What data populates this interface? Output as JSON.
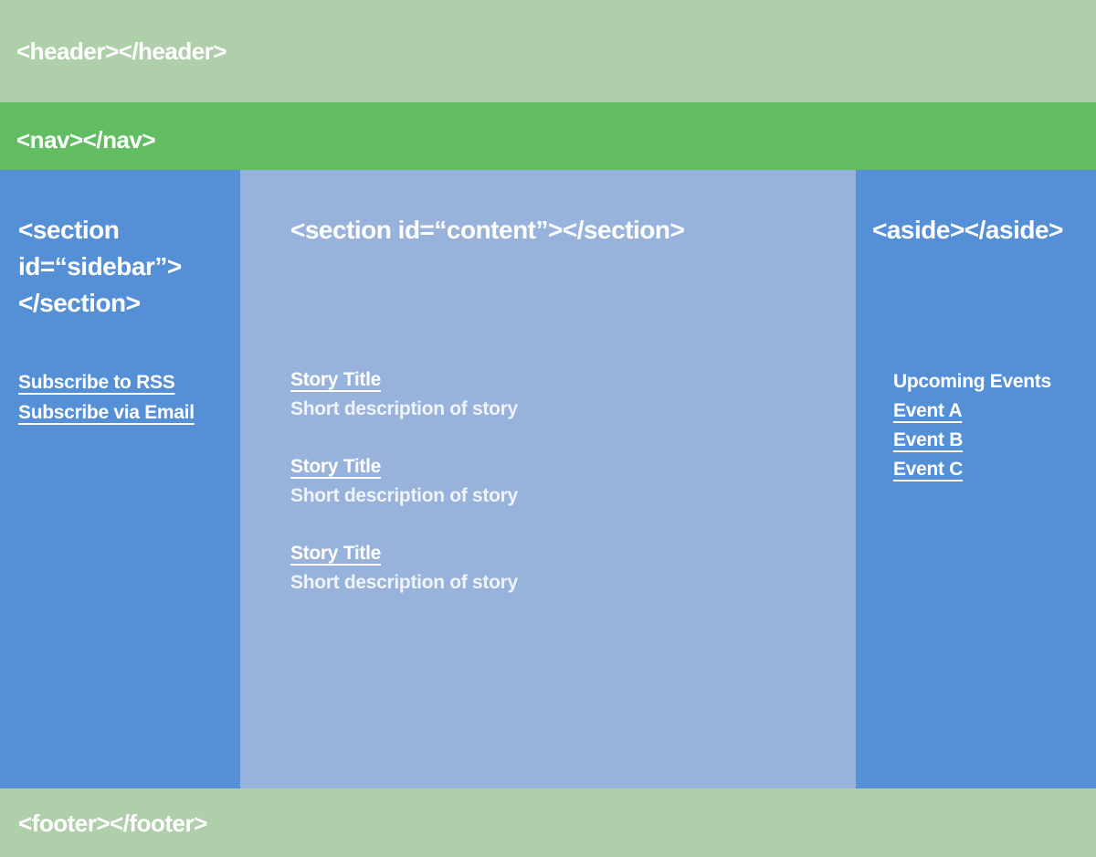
{
  "palette": {
    "band_green": "#afcfaa",
    "nav_green": "#62bc62",
    "column_blue": "#5590d7",
    "content_blue": "#97b3dc",
    "text_white": "#ffffff"
  },
  "header": {
    "tag_label": "<header></header>"
  },
  "nav": {
    "tag_label": "<nav></nav>"
  },
  "sidebar": {
    "tag_lines": [
      "<section",
      "id=“sidebar”>",
      "</section>"
    ],
    "links": [
      {
        "label": "Subscribe to RSS"
      },
      {
        "label": "Subscribe via Email"
      }
    ]
  },
  "content": {
    "tag_label": "<section id=“content”></section>",
    "stories": [
      {
        "title": "Story Title",
        "description": "Short description of story"
      },
      {
        "title": "Story Title",
        "description": "Short description of story"
      },
      {
        "title": "Story Title",
        "description": "Short description of story"
      }
    ]
  },
  "aside": {
    "tag_label": "<aside></aside>",
    "events_heading": "Upcoming Events",
    "events": [
      {
        "label": "Event A"
      },
      {
        "label": "Event B"
      },
      {
        "label": "Event C"
      }
    ]
  },
  "footer": {
    "tag_label": "<footer></footer>"
  }
}
